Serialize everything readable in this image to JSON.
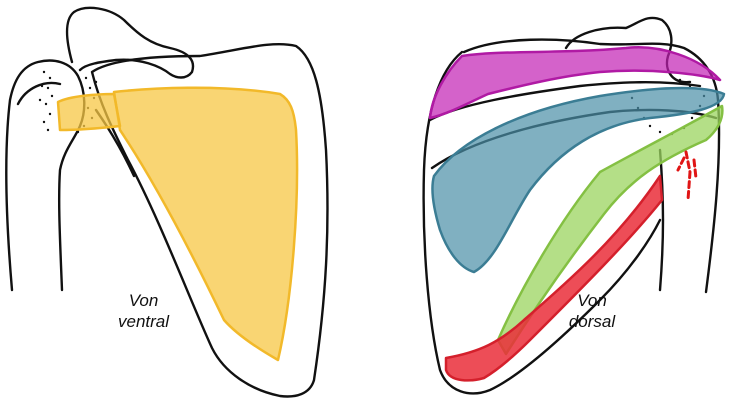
{
  "labels": {
    "ventral_line1": "Von",
    "ventral_line2": "ventral",
    "dorsal_line1": "Von",
    "dorsal_line2": "dorsal"
  },
  "colors": {
    "outline": "#111111",
    "muscle_front": "#f7c744",
    "muscle_purple": "#c21fb4",
    "muscle_blue": "#4a8ea6",
    "muscle_green": "#9bd45f",
    "muscle_red": "#ea2e3a",
    "arrow_red": "#e01515"
  }
}
